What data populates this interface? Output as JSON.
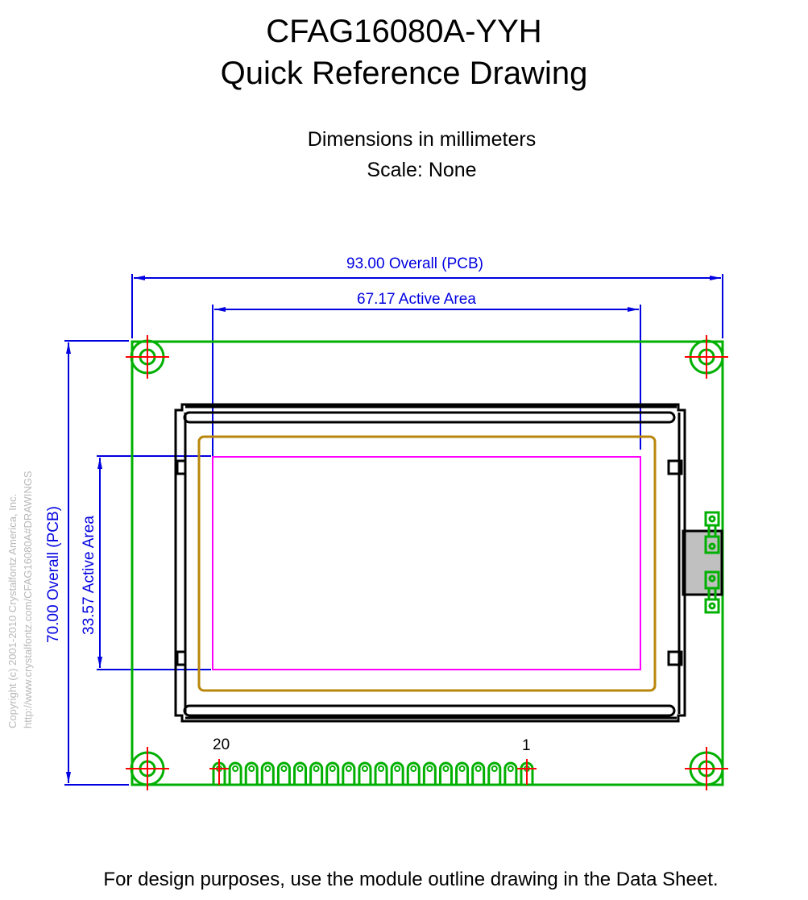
{
  "header": {
    "part_number": "CFAG16080A-YYH",
    "drawing_title": "Quick Reference Drawing",
    "units_note": "Dimensions in millimeters",
    "scale_note": "Scale: None"
  },
  "dimensions": {
    "overall_width": "93.00 Overall (PCB)",
    "active_width": "67.17 Active Area",
    "overall_height": "70.00 Overall (PCB)",
    "active_height": "33.57 Active Area"
  },
  "pins": {
    "count": 20,
    "first_label": "20",
    "last_label": "1"
  },
  "watermark": {
    "copyright": "Copyright (c) 2001-2010 Crystalfontz America, Inc.",
    "url": "http://www.crystalfontz.com/CFAG16080A#DRAWINGS"
  },
  "footer": {
    "note": "For design purposes, use the module outline drawing in the Data Sheet."
  },
  "colors": {
    "pcb": "#00b000",
    "dimension": "#0000e0",
    "centerline": "#ff0000",
    "viewing_area": "#b8860b",
    "active_area": "#ff00ff",
    "bezel": "#000000",
    "backlight_connector": "#c0c0c0"
  }
}
